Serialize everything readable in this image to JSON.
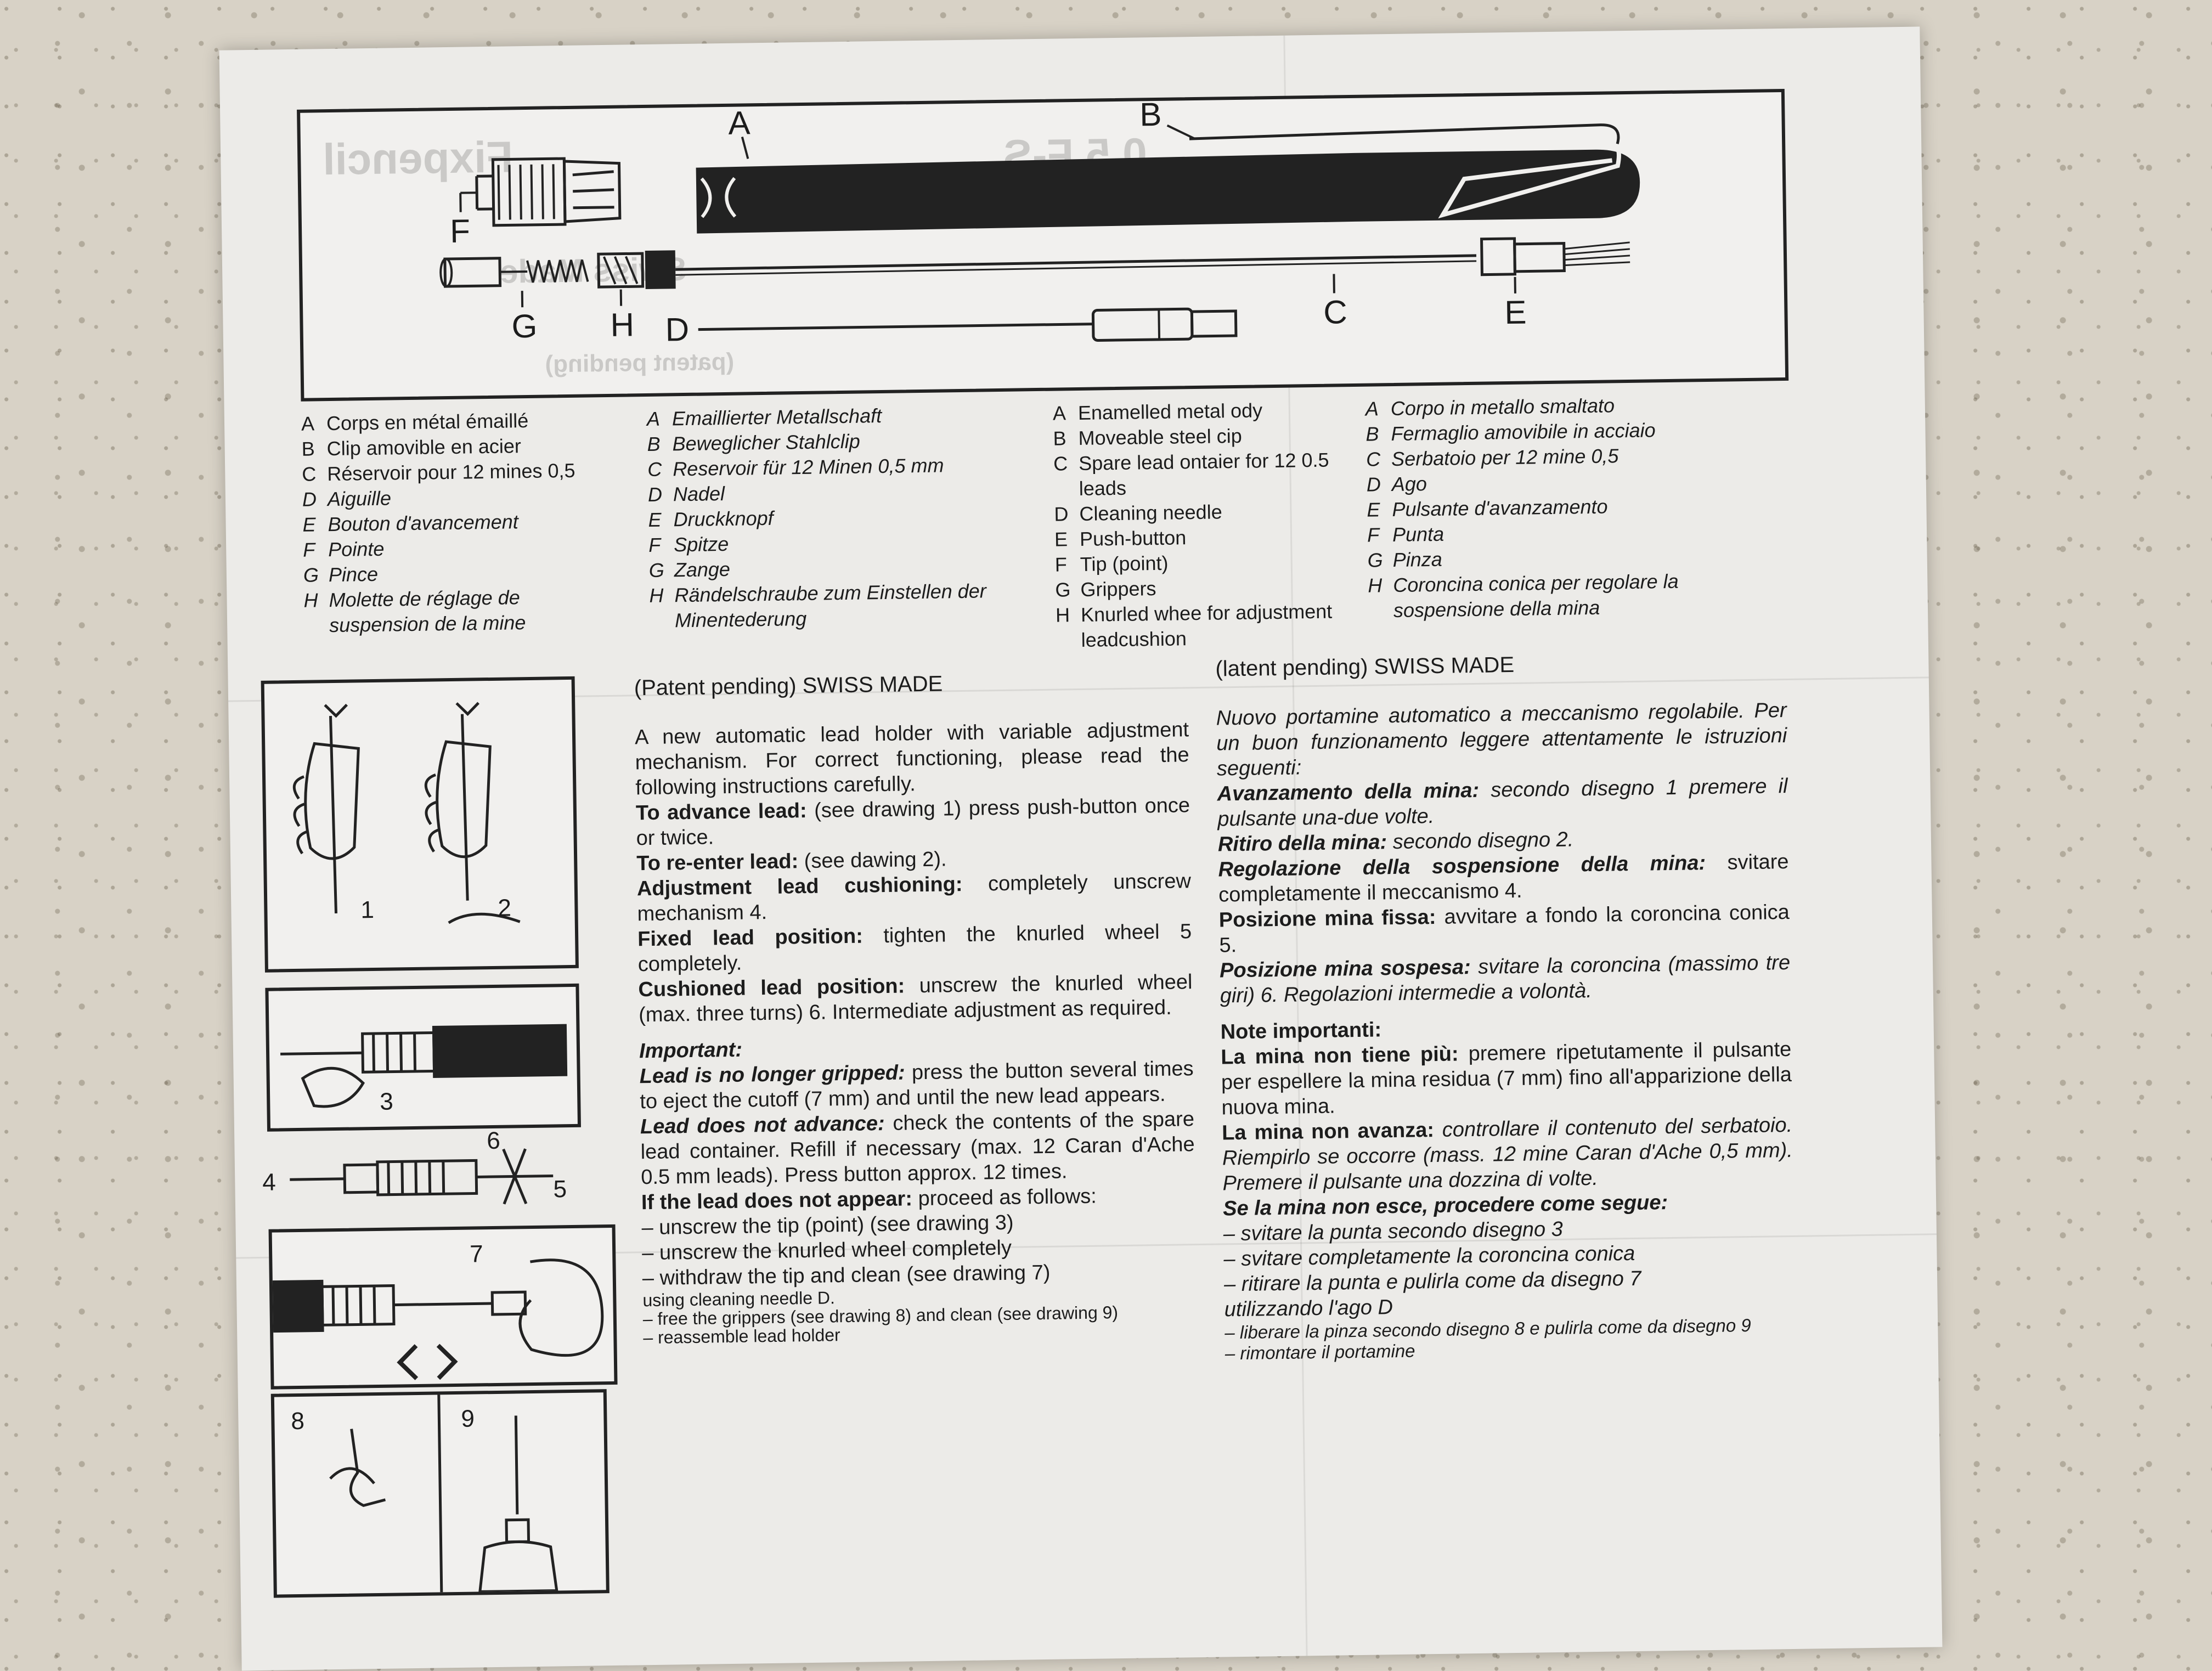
{
  "diagram": {
    "labels": {
      "A": "A",
      "B": "B",
      "C": "C",
      "D": "D",
      "E": "E",
      "F": "F",
      "G": "G",
      "H": "H"
    },
    "ghost_text": {
      "brand": "Fixpencil",
      "model": "0.5 F-S",
      "swiss": "Swiss Made",
      "patent": "(patent pending)"
    }
  },
  "legend_fr": [
    {
      "letter": "A",
      "text": "Corps en métal émaillé"
    },
    {
      "letter": "B",
      "text": "Clip amovible en acier"
    },
    {
      "letter": "C",
      "text": "Réservoir pour 12 mines 0,5"
    },
    {
      "letter": "D",
      "text": "Aiguille"
    },
    {
      "letter": "E",
      "text": "Bouton d'avancement"
    },
    {
      "letter": "F",
      "text": "Pointe"
    },
    {
      "letter": "G",
      "text": "Pince"
    },
    {
      "letter": "H",
      "text": "Molette de réglage de suspension de la mine"
    }
  ],
  "legend_de": [
    {
      "letter": "A",
      "text": "Emaillierter Metallschaft"
    },
    {
      "letter": "B",
      "text": "Beweglicher Stahlclip"
    },
    {
      "letter": "C",
      "text": "Reservoir für 12 Minen 0,5 mm"
    },
    {
      "letter": "D",
      "text": "Nadel"
    },
    {
      "letter": "E",
      "text": "Druckknopf"
    },
    {
      "letter": "F",
      "text": "Spitze"
    },
    {
      "letter": "G",
      "text": "Zange"
    },
    {
      "letter": "H",
      "text": "Rändelschraube zum Einstellen der Minentederung"
    }
  ],
  "legend_en": [
    {
      "letter": "A",
      "text": "Enamelled metal ody"
    },
    {
      "letter": "B",
      "text": "Moveable steel cip"
    },
    {
      "letter": "C",
      "text": "Spare lead ontaier for 12 0.5 leads"
    },
    {
      "letter": "D",
      "text": "Cleaning needle"
    },
    {
      "letter": "E",
      "text": "Push-button"
    },
    {
      "letter": "F",
      "text": "Tip (point)"
    },
    {
      "letter": "G",
      "text": "Grippers"
    },
    {
      "letter": "H",
      "text": "Knurled whee for adjustment leadcushion"
    }
  ],
  "legend_it": [
    {
      "letter": "A",
      "text": "Corpo in metallo smaltato"
    },
    {
      "letter": "B",
      "text": "Fermaglio amovibile in acciaio"
    },
    {
      "letter": "C",
      "text": "Serbatoio per 12 mine 0,5"
    },
    {
      "letter": "D",
      "text": "Ago"
    },
    {
      "letter": "E",
      "text": "Pulsante d'avanzamento"
    },
    {
      "letter": "F",
      "text": "Punta"
    },
    {
      "letter": "G",
      "text": "Pinza"
    },
    {
      "letter": "H",
      "text": "Coroncina conica per regolare la sospensione della mina"
    }
  ],
  "en": {
    "header": "(Patent pending) SWISS MADE",
    "intro": "A new automatic lead holder with variable adjustment mechanism. For correct functioning, please read the following instructions carefully.",
    "advance_label": "To advance lead:",
    "advance_text": "(see drawing 1) press push-button once or twice.",
    "reenter_label": "To re-enter lead:",
    "reenter_text": "(see dawing 2).",
    "adjust_label": "Adjustment lead cushioning:",
    "adjust_text": "completely unscrew mechanism 4.",
    "fixed_label": "Fixed lead position:",
    "fixed_text": "tighten the knurled wheel 5 completely.",
    "cushion_label": "Cushioned lead position:",
    "cushion_text": "unscrew the knurled wheel (max. three turns) 6. Intermediate adjustment as required.",
    "important": "Important:",
    "nogrip_label": "Lead is no longer gripped:",
    "nogrip_text": "press the button several times to eject the cutoff (7 mm) and until the new lead appears.",
    "noadv_label": "Lead does not advance:",
    "noadv_text": "check the contents of the spare lead container. Refill if necessary (max. 12 Caran d'Ache 0.5 mm leads). Press button approx. 12 times.",
    "noappear_label": "If the lead does not appear:",
    "noappear_text": "proceed as follows:",
    "step1": "– unscrew the tip (point) (see drawing 3)",
    "step2": "– unscrew the knurled wheel completely",
    "step3": "– withdraw the tip and clean (see drawing 7)",
    "step3b": "using cleaning needle D.",
    "step4": "– free the grippers (see drawing 8) and clean (see drawing 9)",
    "step5": "– reassemble lead holder"
  },
  "it": {
    "header": "(latent pending) SWISS MADE",
    "intro": "Nuovo portamine automatico a meccanismo regolabile. Per un buon funzionamento leggere attentamente le istruzioni seguenti:",
    "advance_label": "Avanzamento della mina:",
    "advance_text": "secondo disegno 1 premere il pulsante una-due volte.",
    "ritiro_label": "Ritiro della mina:",
    "ritiro_text": "secondo disegno 2.",
    "regol_label": "Regolazione della sospensione della mina:",
    "regol_text": "svitare completamente il meccanismo 4.",
    "fissa_label": "Posizione mina fissa:",
    "fissa_text": "avvitare a fondo la coroncina conica 5.",
    "sospesa_label": "Posizione mina sospesa:",
    "sospesa_text": "svitare la coroncina (massimo tre giri) 6. Regolazioni intermedie a volontà.",
    "note": "Note importanti:",
    "nontiene_label": "La mina non tiene più:",
    "nontiene_text": "premere ripetutamente il pulsante per espellere la mina residua (7 mm) fino all'apparizione della nuova mina.",
    "nonavanza_label": "La mina non avanza:",
    "nonavanza_text": "controllare il contenuto del serbatoio. Riempirlo se occorre (mass. 12 mine Caran d'Ache 0,5 mm). Premere il pulsante una dozzina di volte.",
    "nonesce_label": "Se la mina non esce, procedere come segue:",
    "step1": "– svitare la punta secondo disegno 3",
    "step2": "– svitare completamente la coroncina conica",
    "step3": "– ritirare la punta e pulirla come da disegno 7",
    "step3b": "utilizzando l'ago D",
    "step4": "– liberare la pinza secondo disegno 8 e pulirla come da disegno 9",
    "step5": "– rimontare il portamine"
  },
  "panels": {
    "n1": "1",
    "n2": "2",
    "n3": "3",
    "n4": "4",
    "n5": "5",
    "n6": "6",
    "n7": "7",
    "n8": "8",
    "n9": "9"
  },
  "ink_color": "#1c1c1c",
  "paper_color": "#ecebe8"
}
